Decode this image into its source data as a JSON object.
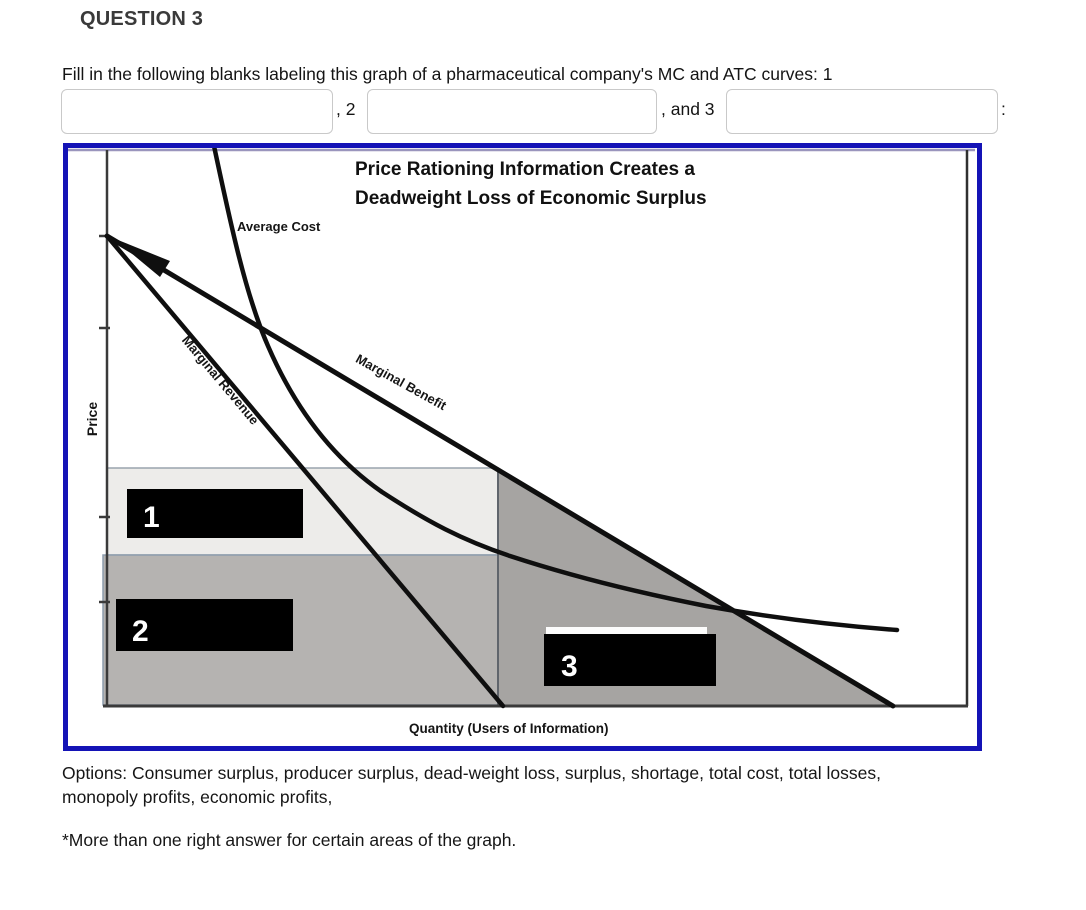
{
  "question": {
    "heading": "QUESTION 3",
    "prompt": "Fill in the following blanks labeling this graph of a pharmaceutical company's MC and ATC curves: 1",
    "separator_after_blank1": ", 2",
    "separator_after_blank2": ", and 3",
    "separator_after_blank3": ":",
    "blanks": [
      {
        "id": "blank-1",
        "value": ""
      },
      {
        "id": "blank-2",
        "value": ""
      },
      {
        "id": "blank-3",
        "value": ""
      }
    ],
    "options_lines": [
      "Options: Consumer surplus, producer surplus, dead-weight loss, surplus, shortage, total cost, total losses,",
      "monopoly profits, economic profits,"
    ],
    "footnote": "*More than one right answer for certain areas of the graph."
  },
  "graph": {
    "title_line1": "Price Rationing Information Creates a",
    "title_line2": "Deadweight Loss of Economic Surplus",
    "y_axis_label": "Price",
    "x_axis_label": "Quantity (Users of Information)",
    "curve_labels": {
      "average_cost": "Average Cost",
      "marginal_revenue": "Marginal Revenue",
      "marginal_benefit": "Marginal Benefit"
    },
    "region_boxes": {
      "box1": "1",
      "box2": "2",
      "box3": "3"
    },
    "colors": {
      "frame_border": "#1413b6",
      "region1_fill": "#edecea",
      "region2_fill": "#b5b3b1",
      "region3_fill": "#a6a4a2",
      "curve_stroke": "#0f0f0f",
      "axis_stroke": "#3a3a3a"
    }
  },
  "chart_data": {
    "type": "line",
    "title": "Price Rationing Information Creates a Deadweight Loss of Economic Surplus",
    "xlabel": "Quantity (Users of Information)",
    "ylabel": "Price",
    "axes_numeric": false,
    "x_range_normalized": [
      0,
      100
    ],
    "y_range_normalized": [
      0,
      100
    ],
    "series": [
      {
        "name": "Marginal Benefit",
        "shape": "straight",
        "points": [
          [
            0,
            84
          ],
          [
            91,
            0
          ]
        ]
      },
      {
        "name": "Marginal Revenue",
        "shape": "straight",
        "points": [
          [
            0,
            84
          ],
          [
            46,
            0
          ]
        ]
      },
      {
        "name": "Average Cost",
        "shape": "hyperbolic",
        "points": [
          [
            12,
            100
          ],
          [
            18,
            66
          ],
          [
            24,
            48
          ],
          [
            32,
            38
          ],
          [
            45,
            27
          ],
          [
            57,
            22
          ],
          [
            69,
            18
          ],
          [
            80,
            15
          ],
          [
            92,
            14
          ]
        ]
      }
    ],
    "shaded_regions": [
      {
        "label": "1",
        "shape": "rectangle",
        "x": [
          0,
          45
        ],
        "y": [
          27,
          42
        ]
      },
      {
        "label": "2",
        "shape": "rectangle",
        "x": [
          0,
          45
        ],
        "y": [
          0,
          27
        ]
      },
      {
        "label": "3",
        "shape": "triangle",
        "vertices": [
          [
            45,
            42
          ],
          [
            45,
            0
          ],
          [
            91,
            0
          ]
        ]
      }
    ],
    "legend": false,
    "grid": false
  }
}
